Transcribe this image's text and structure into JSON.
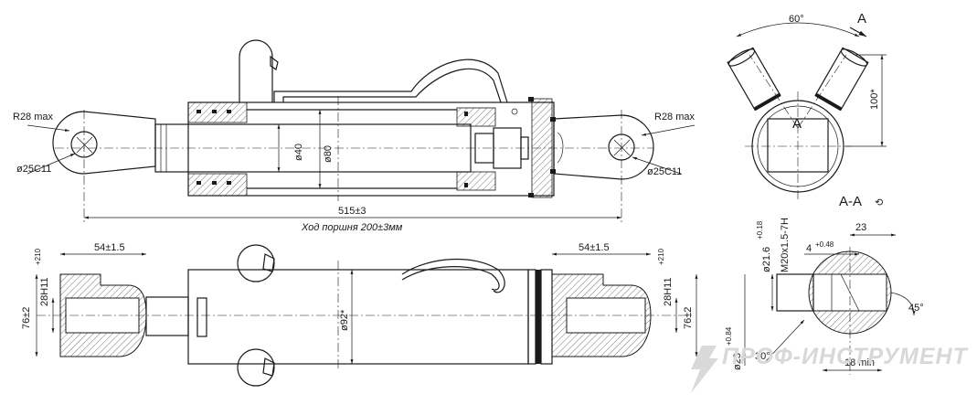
{
  "top_view": {
    "r_left": "R28 max",
    "r_right": "R28 max",
    "bore_left": "ø25C11",
    "bore_right": "ø25C11",
    "rod_dia": "ø40",
    "bore_dia": "ø80",
    "length": "515±3",
    "stroke": "Ход поршня 200±3мм"
  },
  "side_view": {
    "ear_width_left": "54±1.5",
    "ear_width_right": "54±1.5",
    "slot_left": "28H11",
    "slot_left_tol": "+210",
    "slot_right": "28H11",
    "slot_right_tol": "+210",
    "height_left": "76±2",
    "height_right": "76±2",
    "body_dia": "ø92*"
  },
  "end_view": {
    "angle": "60°",
    "section_mark": "A",
    "section_mark_center": "A",
    "height": "100*"
  },
  "section": {
    "title": "А-А",
    "width": "23",
    "dia_a": "ø21.6",
    "dia_a_tol": "+0.18",
    "thread": "M20x1.5-7H",
    "depth": "4",
    "depth_tol": "+0.48",
    "chamfer": "45°",
    "dia_b": "ø23",
    "dia_b_tol": "+0.84",
    "cone": "30°",
    "min_depth": "18 min"
  },
  "watermark": {
    "text": "ПРОФ-ИНСТРУМЕНТ",
    "colors": {
      "lightning": "#d9d9d9",
      "text": "#d8d8d8"
    }
  }
}
